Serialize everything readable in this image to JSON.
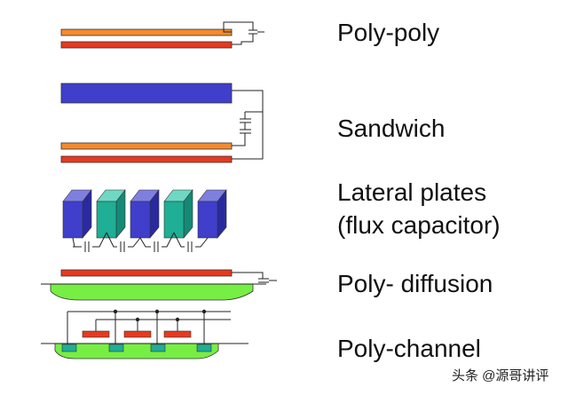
{
  "labels": {
    "poly_poly": "Poly-poly",
    "sandwich": "Sandwich",
    "lateral_line1": "Lateral plates",
    "lateral_line2": "(flux capacitor)",
    "poly_diffusion": "Poly- diffusion",
    "poly_channel": "Poly-channel"
  },
  "watermark": "头条 @源哥讲评",
  "colors": {
    "orange": "#f58a2e",
    "red": "#e8391f",
    "blue": "#3f3fcc",
    "teal": "#1fae96",
    "green": "#77ee44",
    "wire": "#222222"
  }
}
